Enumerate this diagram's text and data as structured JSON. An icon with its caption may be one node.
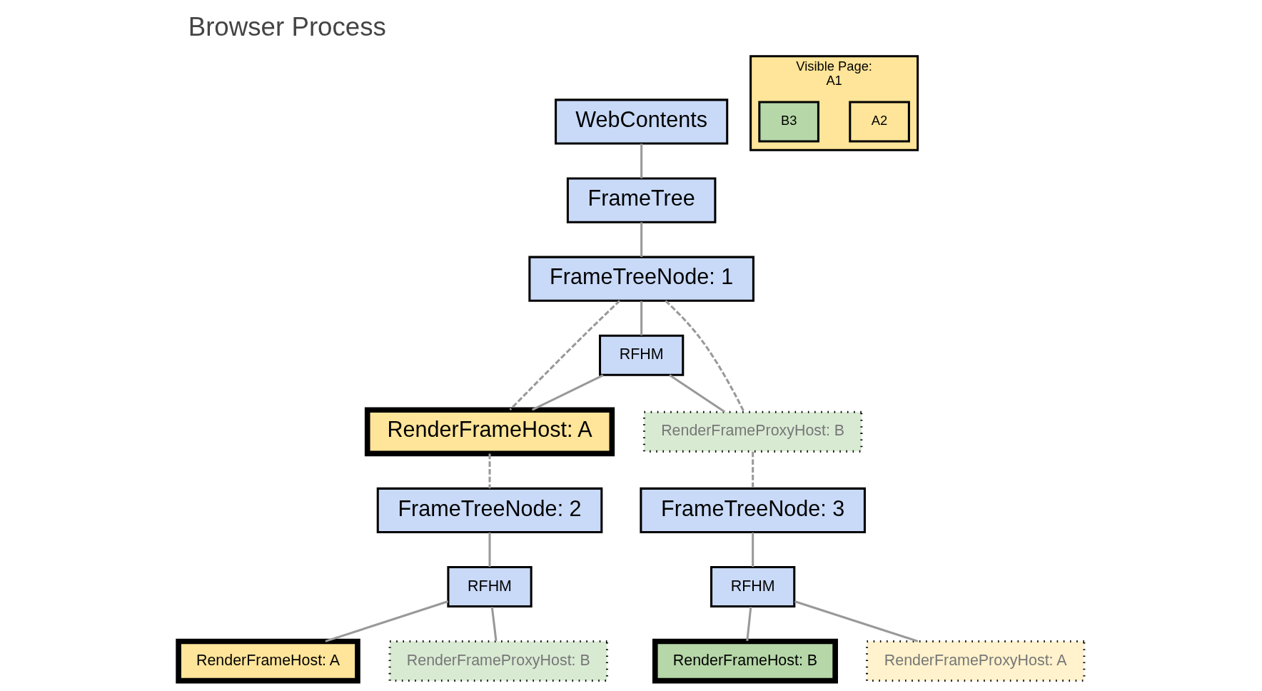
{
  "diagram": {
    "title": "Browser Process",
    "nodes": [
      {
        "text": [
          "WebContents"
        ]
      },
      {
        "text": [
          "FrameTree"
        ]
      },
      {
        "text": [
          "FrameTreeNode: 1"
        ]
      },
      {
        "text": [
          "RFHM"
        ]
      },
      {
        "text": [
          "RenderFrameHost: A"
        ]
      },
      {
        "text": [
          "RenderFrameProxyHost: B"
        ]
      },
      {
        "text": [
          "FrameTreeNode: 2"
        ]
      },
      {
        "text": [
          "RFHM"
        ]
      },
      {
        "text": [
          "RenderFrameHost: A"
        ]
      },
      {
        "text": [
          "RenderFrameProxyHost: B"
        ]
      },
      {
        "text": [
          "FrameTreeNode: 3"
        ]
      },
      {
        "text": [
          "RFHM"
        ]
      },
      {
        "text": [
          "RenderFrameHost: B"
        ]
      },
      {
        "text": [
          "RenderFrameProxyHost: A"
        ]
      },
      {
        "text": [
          "Visible Page:",
          "A1"
        ]
      },
      {
        "text": [
          "A2"
        ],
        "in": 14
      },
      {
        "text": [
          "B3"
        ],
        "in": 14
      }
    ],
    "edges": [
      {
        "from": 0,
        "to": 1,
        "arrow": "none"
      },
      {
        "from": 1,
        "to": 2,
        "arrow": "none"
      },
      {
        "from": 2,
        "to": 3,
        "arrow": "none"
      },
      {
        "from": 3,
        "to": 4,
        "arrow": "none"
      },
      {
        "from": 3,
        "to": 5,
        "arrow": "none"
      },
      {
        "from": 2,
        "to": 4,
        "arrow": "none",
        "style": "dashed"
      },
      {
        "from": 2,
        "to": 5,
        "arrow": "none",
        "style": "dashed"
      },
      {
        "from": 4,
        "to": 6,
        "arrow": "none",
        "style": "dashed"
      },
      {
        "from": 5,
        "to": 10,
        "arrow": "none",
        "style": "dashed"
      },
      {
        "from": 6,
        "to": 7,
        "arrow": "none"
      },
      {
        "from": 7,
        "to": 8,
        "arrow": "none"
      },
      {
        "from": 7,
        "to": 9,
        "arrow": "none"
      },
      {
        "from": 10,
        "to": 11,
        "arrow": "none"
      },
      {
        "from": 11,
        "to": 12,
        "arrow": "none"
      },
      {
        "from": 11,
        "to": 13,
        "arrow": "none"
      }
    ]
  }
}
